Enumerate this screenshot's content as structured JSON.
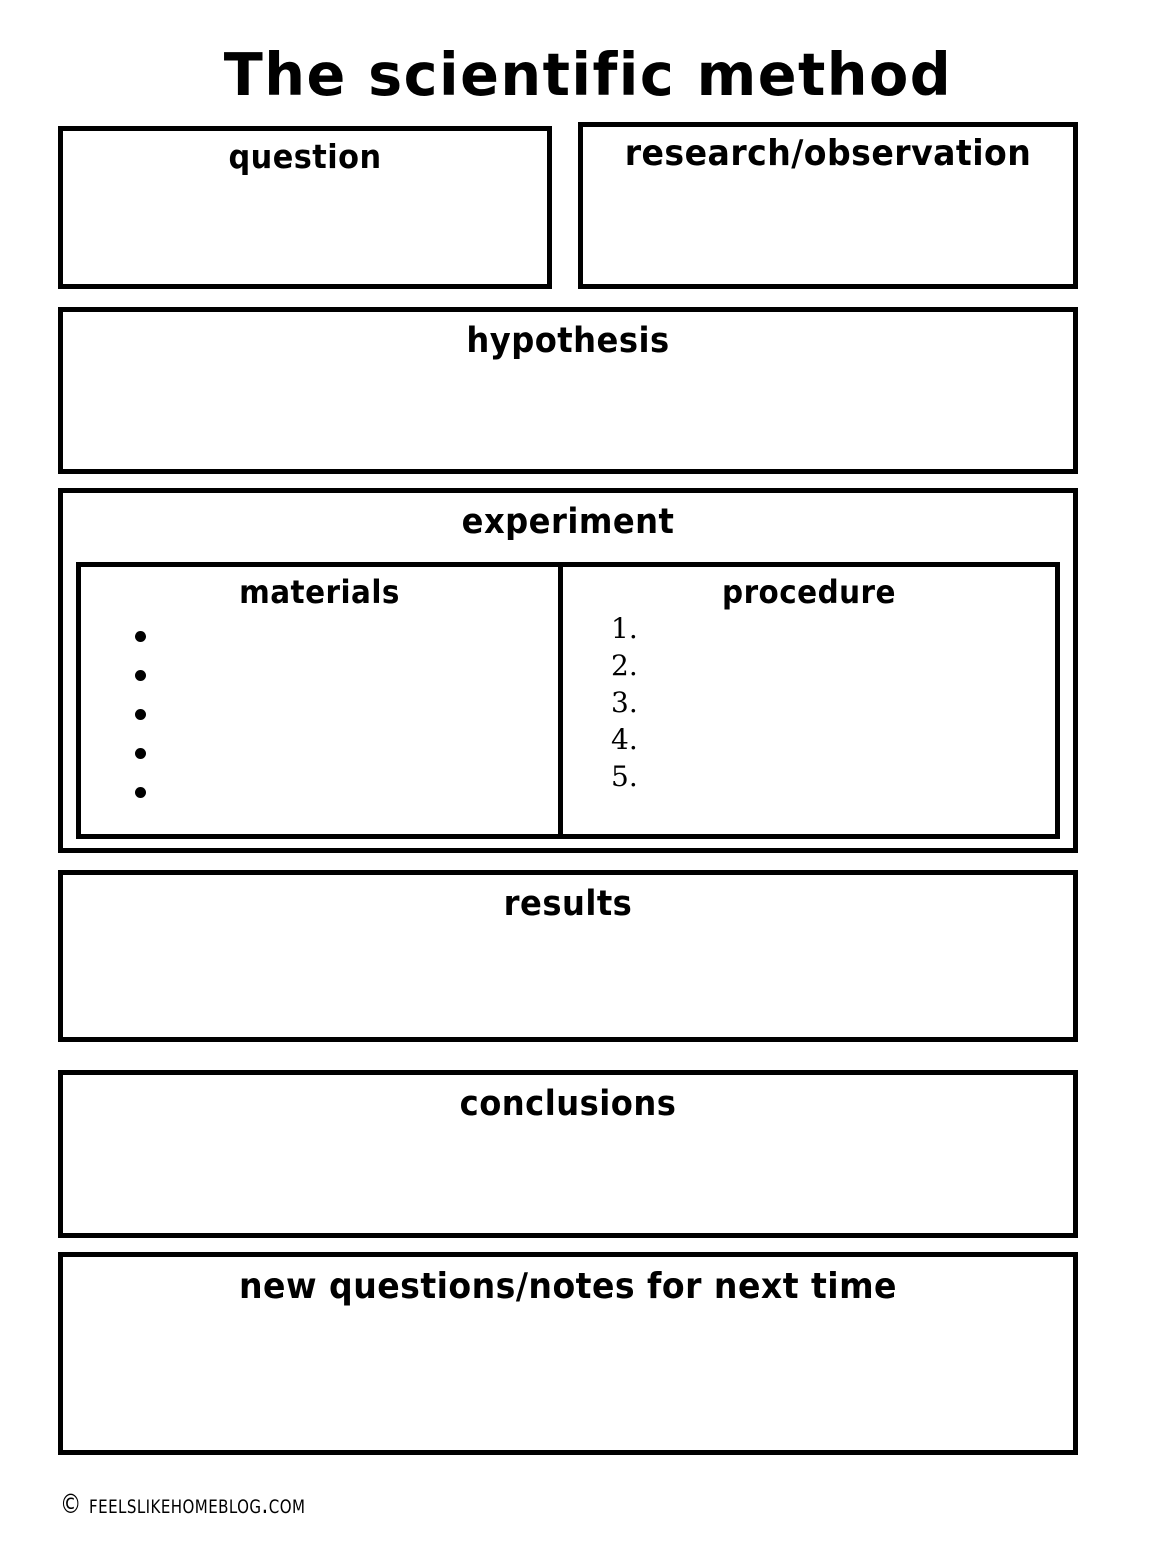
{
  "document": {
    "title": "The scientific method"
  },
  "sections": {
    "question": {
      "header": "question"
    },
    "research": {
      "header": "research/observation"
    },
    "hypothesis": {
      "header": "hypothesis"
    },
    "experiment": {
      "header": "experiment",
      "materials": {
        "header": "materials",
        "bullets": [
          "",
          "",
          "",
          "",
          ""
        ],
        "bullet_count": 5,
        "bullet_marker": "bullet-dot"
      },
      "procedure": {
        "header": "procedure",
        "items": [
          "1.",
          "2.",
          "3.",
          "4.",
          "5."
        ]
      }
    },
    "results": {
      "header": "results"
    },
    "conclusions": {
      "header": "conclusions"
    },
    "new_questions": {
      "header": "new questions/notes for next time"
    }
  },
  "footer": {
    "credit": "© feelslikehomeblog.com"
  },
  "colors": {
    "ink": "#000000",
    "paper": "#ffffff"
  }
}
